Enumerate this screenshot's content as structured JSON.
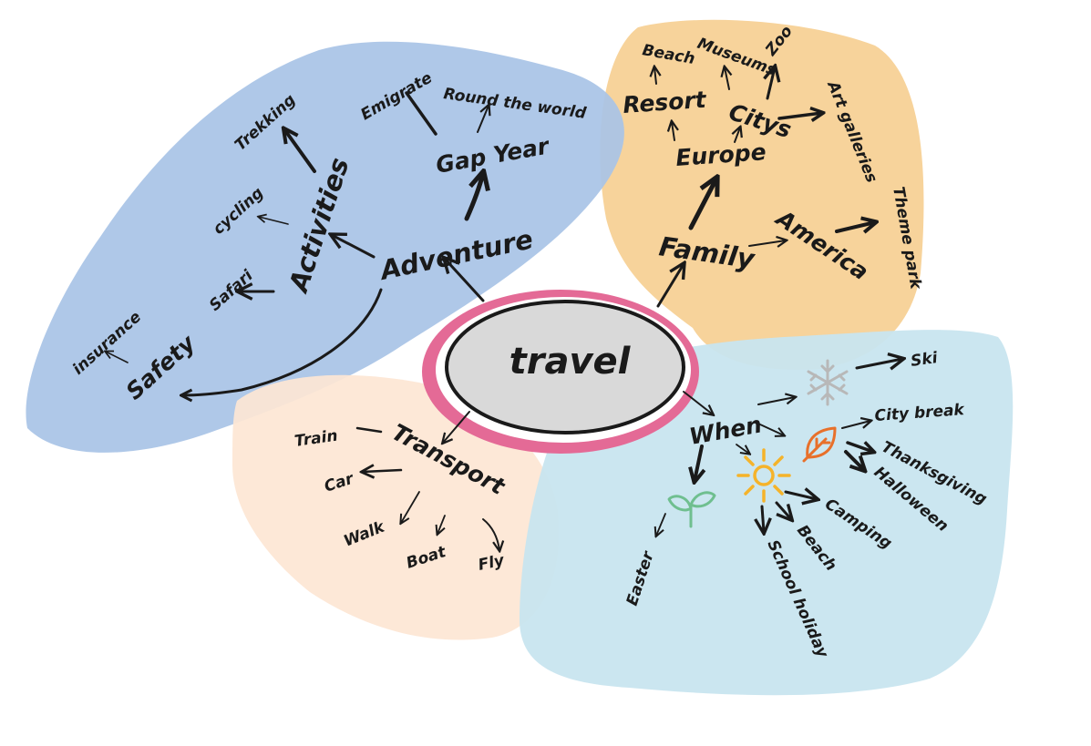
{
  "center": {
    "label": "travel"
  },
  "colors": {
    "adventure_region": "#a9c4e6",
    "family_region": "#f7d39b",
    "transport_region": "#fde6d4",
    "when_region": "#c8e5ef",
    "center_fill": "#d9d9d9",
    "center_ring": "#e46a96",
    "ink": "#1a1a1a",
    "snowflake": "#b8b8b8",
    "leaf_orange": "#e8702a",
    "sun_yellow": "#f5b32a",
    "sprout_green": "#6fbf8f"
  },
  "adventure": {
    "label": "Adventure",
    "gap_year": {
      "label": "Gap Year",
      "children": [
        "Emigrate",
        "Round the world"
      ]
    },
    "activities": {
      "label": "Activities",
      "children": [
        "Trekking",
        "cycling",
        "Safari"
      ]
    },
    "safety": {
      "label": "Safety",
      "children": [
        "insurance"
      ]
    }
  },
  "family": {
    "label": "Family",
    "europe": {
      "label": "Europe",
      "resort": {
        "label": "Resort",
        "children": [
          "Beach"
        ]
      },
      "citys": {
        "label": "Citys",
        "children": [
          "Museums",
          "Zoo",
          "Art galleries"
        ]
      }
    },
    "america": {
      "label": "America",
      "children": [
        "Theme park"
      ]
    }
  },
  "transport": {
    "label": "Transport",
    "children": [
      "Train",
      "Car",
      "Walk",
      "Boat",
      "Fly"
    ]
  },
  "when": {
    "label": "When",
    "winter": {
      "icon": "snowflake-icon",
      "children": [
        "Ski"
      ]
    },
    "autumn": {
      "icon": "autumn-leaf-icon",
      "children": [
        "City break",
        "Thanksgiving",
        "Halloween"
      ]
    },
    "summer": {
      "icon": "sun-icon",
      "children": [
        "Camping",
        "Beach",
        "School holiday"
      ]
    },
    "spring": {
      "icon": "sprout-icon",
      "children": [
        "Easter"
      ]
    }
  }
}
